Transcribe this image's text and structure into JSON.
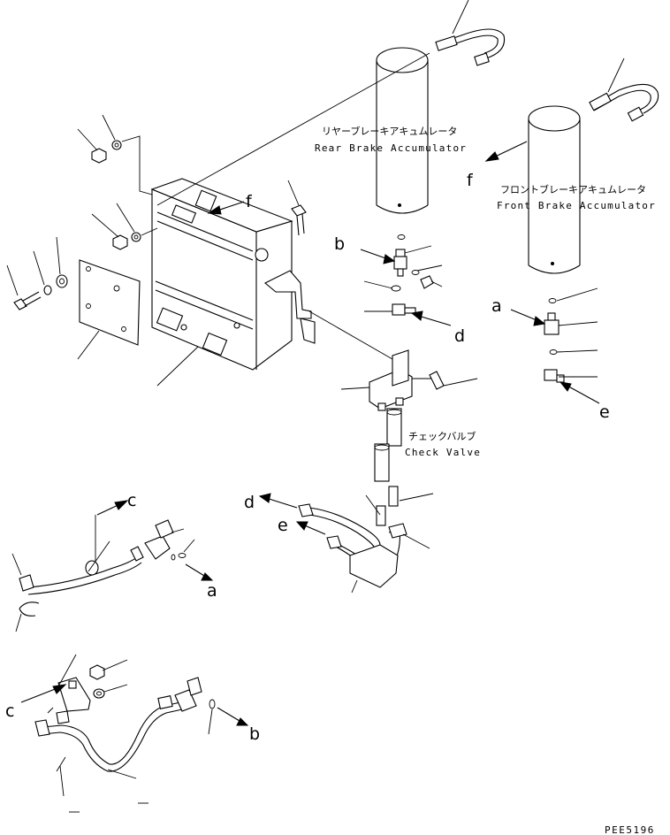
{
  "accumulators": {
    "rear": {
      "label_jp": "リヤーブレーキアキュムレータ",
      "label_en": "Rear Brake Accumulator"
    },
    "front": {
      "label_jp": "フロントブレーキアキュムレータ",
      "label_en": "Front Brake Accumulator"
    }
  },
  "check_valve": {
    "label_jp": "チェックバルブ",
    "label_en": "Check Valve"
  },
  "callouts": {
    "a": "a",
    "b": "b",
    "c": "c",
    "d": "d",
    "e": "e",
    "f": "f"
  },
  "drawing_code": "PEE5196"
}
